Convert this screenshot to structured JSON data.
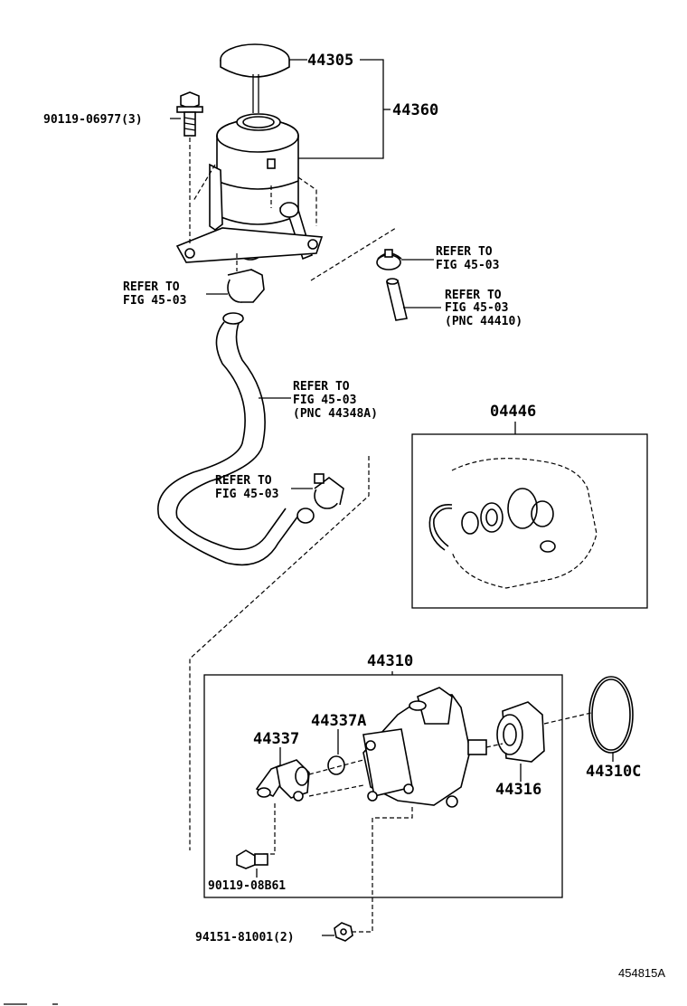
{
  "labels": {
    "cap": "44305",
    "reservoir": "44360",
    "bolt_reservoir": "90119-06977(3)",
    "gasket_kit": "04446",
    "pump_assy": "44310",
    "union": "44337",
    "oring": "44337A",
    "cam_ring": "44316",
    "oring_large": "44310C",
    "bolt_union": "90119-08B61",
    "nut_pump": "94151-81001(2)",
    "figure_id": "454815A"
  },
  "refs": {
    "clamp_left": [
      "REFER TO",
      "FIG 45-03"
    ],
    "clamp_right": [
      "REFER TO",
      "FIG 45-03"
    ],
    "hose_right": [
      "REFER TO",
      "FIG 45-03",
      "(PNC 44410)"
    ],
    "hose_main": [
      "REFER TO",
      "FIG 45-03",
      "(PNC 44348A)"
    ],
    "clamp_lower": [
      "REFER TO",
      "FIG 45-03"
    ]
  }
}
